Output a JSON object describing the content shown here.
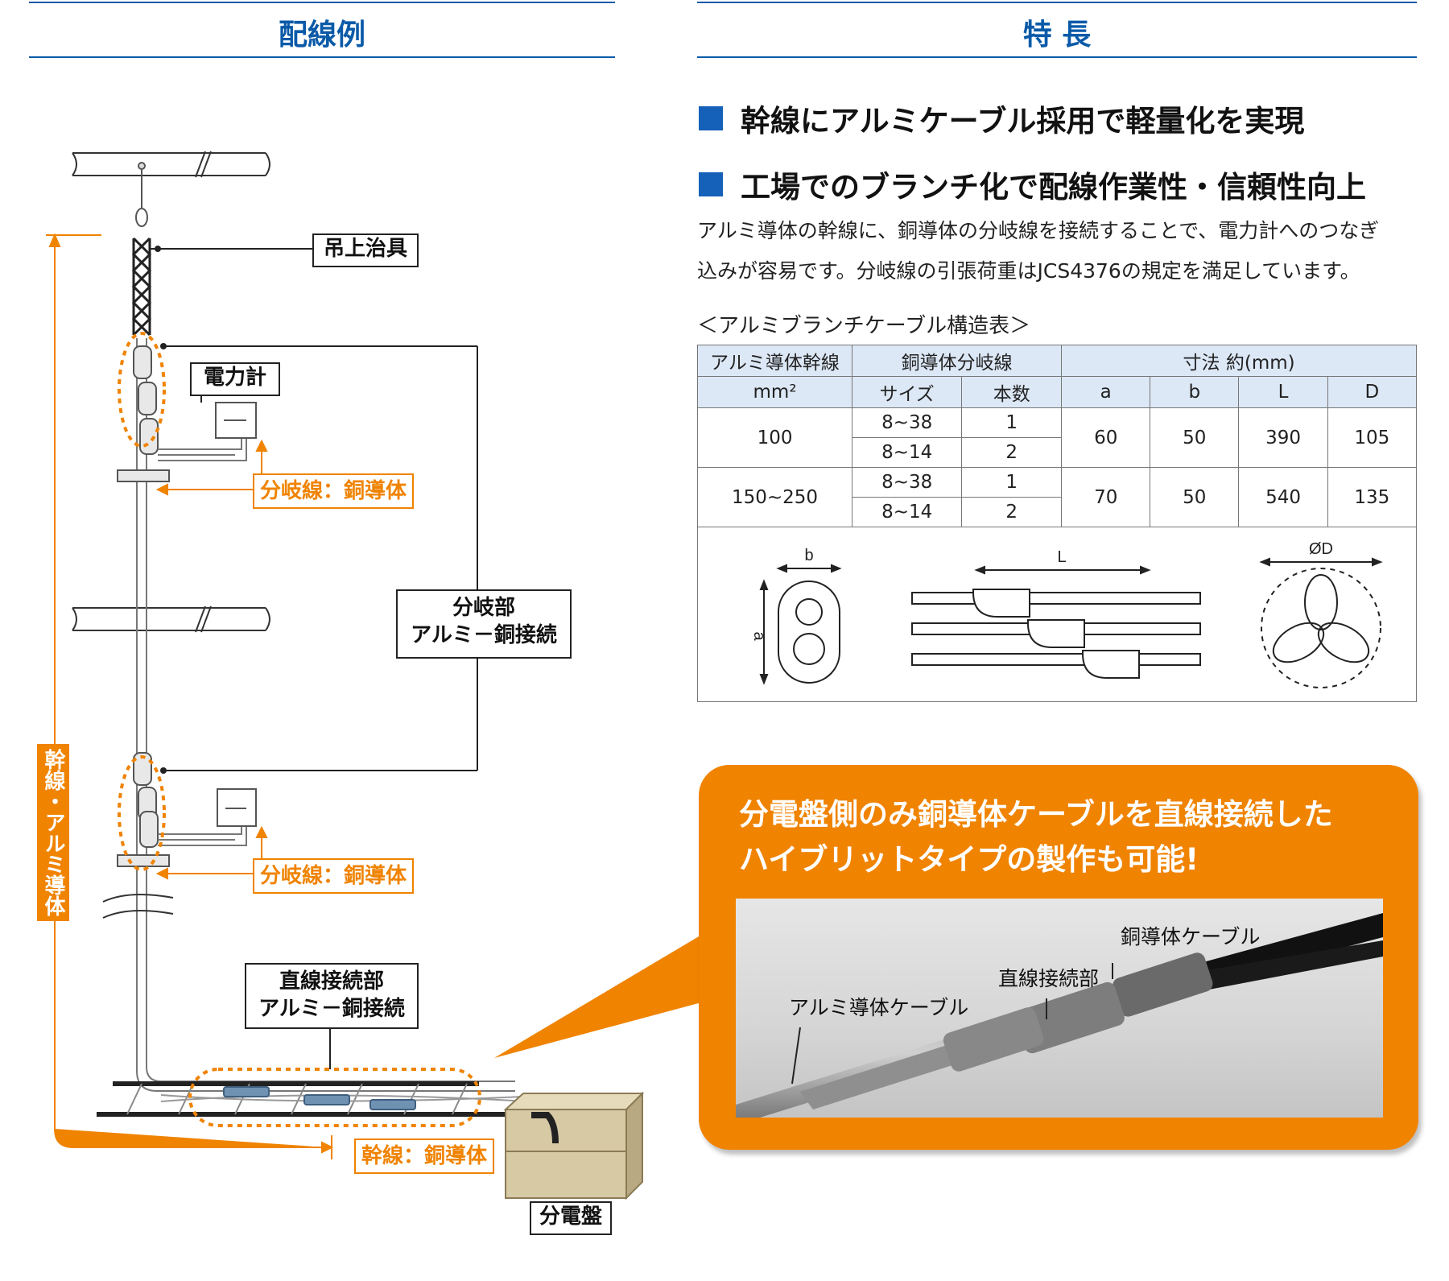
{
  "left": {
    "title": "配線例",
    "labels": {
      "hanger": "吊上治具",
      "meter": "電力計",
      "branch_part_line1": "分岐部",
      "branch_part_line2": "アルミ－銅接続",
      "straight_part_line1": "直線接続部",
      "straight_part_line2": "アルミ－銅接続",
      "branch_copper_1": "分岐線：銅導体",
      "branch_copper_2": "分岐線：銅導体",
      "trunk_copper": "幹線：銅導体",
      "trunk_alu_vertical": "幹線・アルミ導体",
      "panel": "分電盤"
    }
  },
  "right": {
    "title": "特 長",
    "features": [
      "幹線にアルミケーブル採用で軽量化を実現",
      "工場でのブランチ化で配線作業性・信頼性向上"
    ],
    "description_line1": "アルミ導体の幹線に、銅導体の分岐線を接続することで、電力計へのつなぎ",
    "description_line2": "込みが容易です。分岐線の引張荷重はJCS4376の規定を満足しています。",
    "table_caption": "＜アルミブランチケーブル構造表＞",
    "table": {
      "header1": [
        "アルミ導体幹線",
        "銅導体分岐線",
        "寸法 約(mm)"
      ],
      "header2": [
        "mm²",
        "サイズ",
        "本数",
        "a",
        "b",
        "L",
        "D"
      ],
      "rows": [
        {
          "trunk": "100",
          "sizes": [
            "8~38",
            "8~14"
          ],
          "counts": [
            "1",
            "2"
          ],
          "a": "60",
          "b": "50",
          "L": "390",
          "D": "105"
        },
        {
          "trunk": "150~250",
          "sizes": [
            "8~38",
            "8~14"
          ],
          "counts": [
            "1",
            "2"
          ],
          "a": "70",
          "b": "50",
          "L": "540",
          "D": "135"
        }
      ],
      "diagram_labels": {
        "b": "b",
        "a": "a",
        "L": "L",
        "D": "ØD"
      }
    },
    "callout": {
      "line1": "分電盤側のみ銅導体ケーブルを直線接続した",
      "line2": "ハイブリットタイプの製作も可能!",
      "photo_labels": {
        "copper_cable": "銅導体ケーブル",
        "straight_joint": "直線接続部",
        "alu_cable": "アルミ導体ケーブル"
      }
    }
  },
  "colors": {
    "blue": "#0a5aa8",
    "orange": "#f08300",
    "table_header": "#dce8f6"
  }
}
